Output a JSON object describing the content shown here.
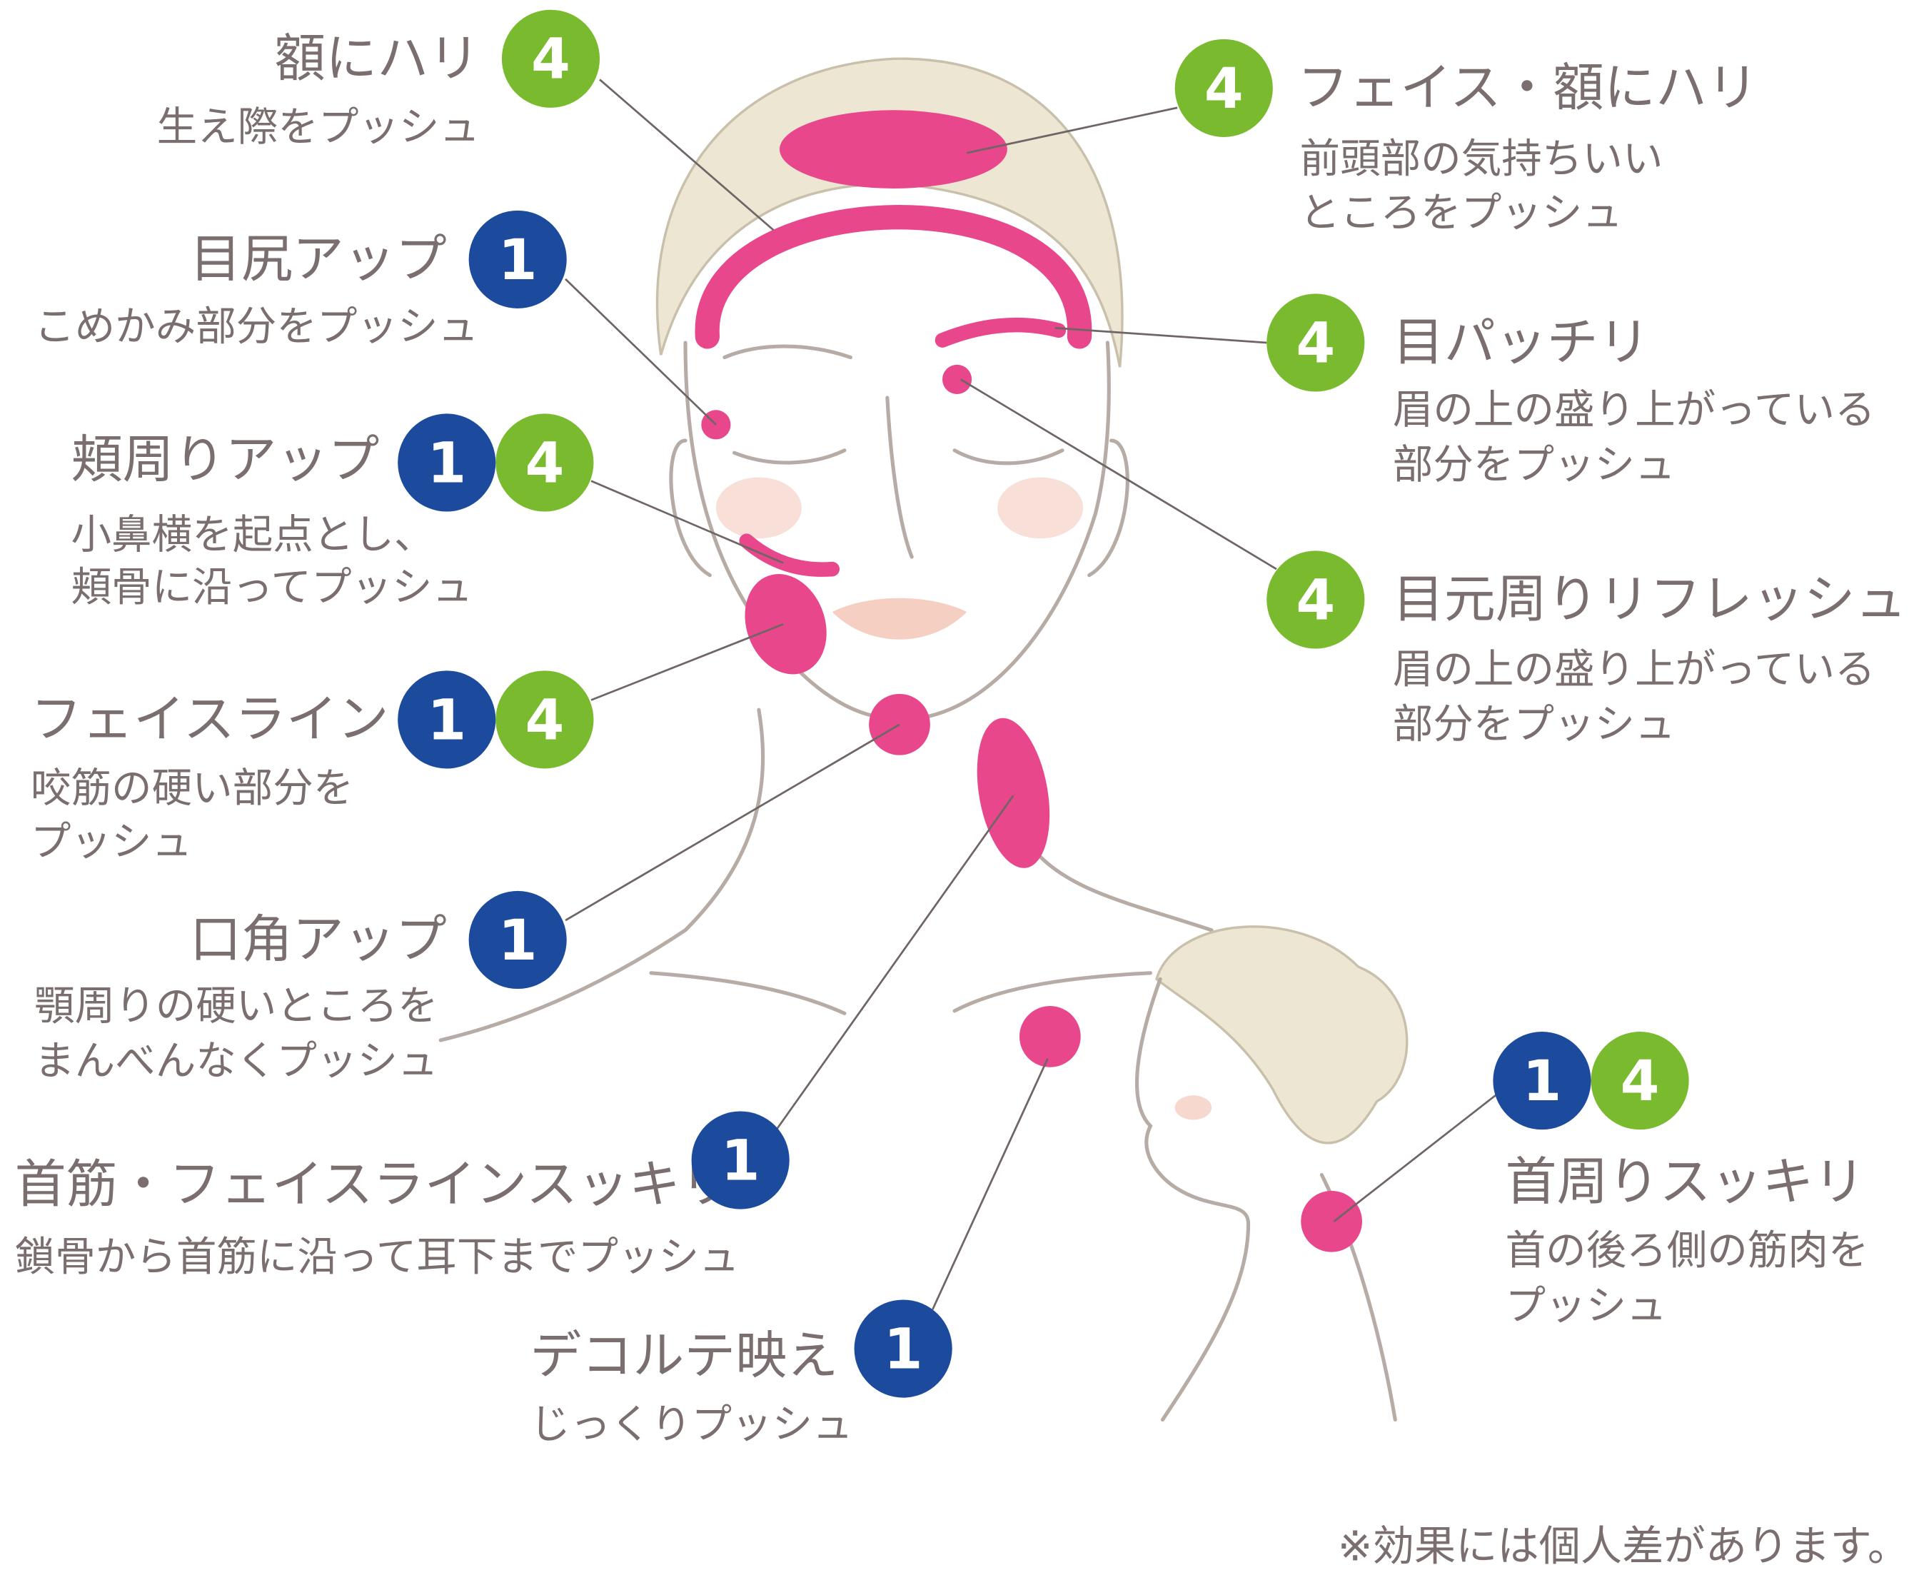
{
  "colors": {
    "badge_1": "#1c4a9c",
    "badge_4": "#7aba2e",
    "point": "#e8478c",
    "text": "#7a6e6e"
  },
  "points": [
    {
      "title": "額にハリ",
      "sub": [
        "生え際をプッシュ"
      ],
      "badges": [
        "4"
      ]
    },
    {
      "title": "目尻アップ",
      "sub": [
        "こめかみ部分をプッシュ"
      ],
      "badges": [
        "1"
      ]
    },
    {
      "title": "頬周りアップ",
      "sub": [
        "小鼻横を起点とし、",
        "頬骨に沿ってプッシュ"
      ],
      "badges": [
        "1",
        "4"
      ]
    },
    {
      "title": "フェイスライン",
      "sub": [
        "咬筋の硬い部分を",
        "プッシュ"
      ],
      "badges": [
        "1",
        "4"
      ]
    },
    {
      "title": "口角アップ",
      "sub": [
        "顎周りの硬いところを",
        "まんべんなくプッシュ"
      ],
      "badges": [
        "1"
      ]
    },
    {
      "title": "首筋・フェイスラインスッキリ",
      "sub": [
        "鎖骨から首筋に沿って耳下までプッシュ"
      ],
      "badges": [
        "1"
      ]
    },
    {
      "title": "デコルテ映え",
      "sub": [
        "じっくりプッシュ"
      ],
      "badges": [
        "1"
      ]
    },
    {
      "title": "フェイス・額にハリ",
      "sub": [
        "前頭部の気持ちいい",
        "ところをプッシュ"
      ],
      "badges": [
        "4"
      ]
    },
    {
      "title": "目パッチリ",
      "sub": [
        "眉の上の盛り上がっている",
        "部分をプッシュ"
      ],
      "badges": [
        "4"
      ]
    },
    {
      "title": "目元周りリフレッシュ",
      "sub": [
        "眉の上の盛り上がっている",
        "部分をプッシュ"
      ],
      "badges": [
        "4"
      ]
    },
    {
      "title": "首周りスッキリ",
      "sub": [
        "首の後ろ側の筋肉を",
        "プッシュ"
      ],
      "badges": [
        "1",
        "4"
      ]
    }
  ],
  "footnote": "※効果には個人差があります。"
}
